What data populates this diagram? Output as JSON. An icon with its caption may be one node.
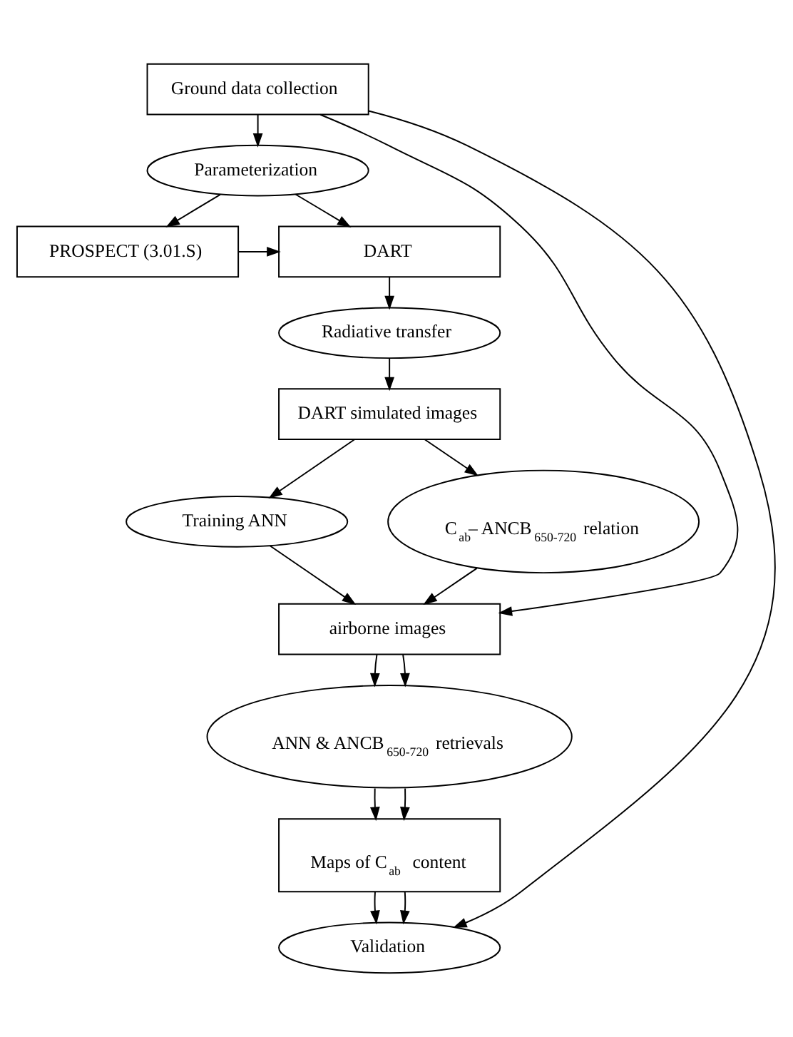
{
  "diagram": {
    "nodes": [
      {
        "text": [
          "Ground data collection"
        ]
      },
      {
        "text": [
          "Parameterization"
        ]
      },
      {
        "text": [
          "PROSPECT (3.01.S)"
        ]
      },
      {
        "text": [
          "DART"
        ]
      },
      {
        "text": [
          "Radiative transfer"
        ]
      },
      {
        "text": [
          "DART simulated images"
        ]
      },
      {
        "text": [
          "Training ANN"
        ]
      },
      {
        "text": [
          "C$_{ab}$– ANCB$_{650-720}$ relation"
        ]
      },
      {
        "text": [
          "airborne images"
        ]
      },
      {
        "text": [
          "ANN & ANCB$_{650-720}$ retrievals"
        ]
      },
      {
        "text": [
          "Maps of C$_{ab}$ content"
        ]
      },
      {
        "text": [
          "Validation"
        ]
      }
    ],
    "edges": [
      {
        "from": 0,
        "to": 1,
        "arrow": "to"
      },
      {
        "from": 1,
        "to": 2,
        "arrow": "to"
      },
      {
        "from": 1,
        "to": 3,
        "arrow": "to"
      },
      {
        "from": 2,
        "to": 3,
        "arrow": "to"
      },
      {
        "from": 3,
        "to": 4,
        "arrow": "to"
      },
      {
        "from": 4,
        "to": 5,
        "arrow": "to"
      },
      {
        "from": 5,
        "to": 6,
        "arrow": "to"
      },
      {
        "from": 5,
        "to": 7,
        "arrow": "to"
      },
      {
        "from": 6,
        "to": 8,
        "arrow": "to"
      },
      {
        "from": 7,
        "to": 8,
        "arrow": "to"
      },
      {
        "from": 0,
        "to": 8,
        "arrow": "to"
      },
      {
        "from": 8,
        "to": 9,
        "arrow": "to"
      },
      {
        "from": 8,
        "to": 9,
        "arrow": "to"
      },
      {
        "from": 9,
        "to": 10,
        "arrow": "to"
      },
      {
        "from": 9,
        "to": 10,
        "arrow": "to"
      },
      {
        "from": 10,
        "to": 11,
        "arrow": "to"
      },
      {
        "from": 10,
        "to": 11,
        "arrow": "to"
      },
      {
        "from": 0,
        "to": 11,
        "arrow": "to"
      }
    ]
  }
}
